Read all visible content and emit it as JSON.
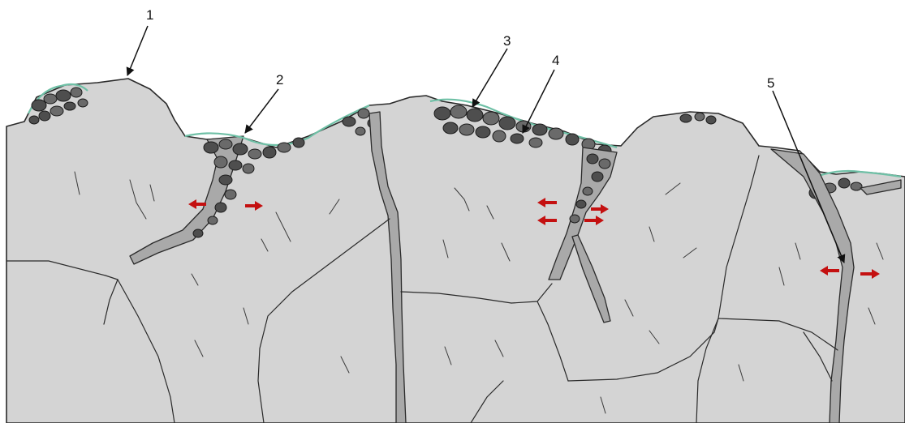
{
  "labels": {
    "l1": "1",
    "l2": "2",
    "l3": "3",
    "l4": "4",
    "l5": "5"
  },
  "colors": {
    "rock": "#d4d4d4",
    "vein": "#a9a9a9",
    "pebble": "#4e4e4e",
    "film": "#6fc0a6",
    "arrow": "#c41010",
    "outline": "#2a2a2a"
  }
}
